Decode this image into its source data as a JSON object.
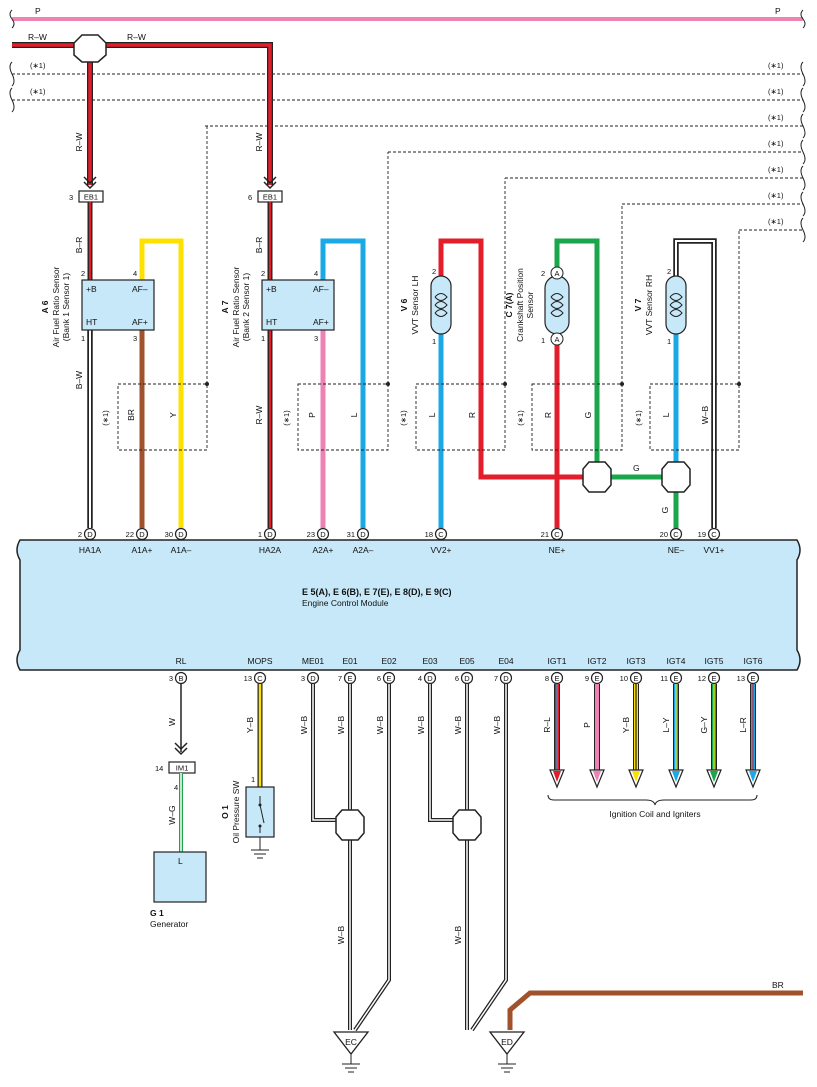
{
  "colors": {
    "pink": "#ee82b4",
    "red": "#e31e2a",
    "black": "#222222",
    "brown": "#a0522d",
    "yellow": "#ffe100",
    "blue": "#1aa8e6",
    "green": "#1aa64b",
    "ecm_fill": "#c7e8f8"
  },
  "bus": {
    "p_left": "P",
    "p_right": "P",
    "rw_left": "R–W",
    "rw_mid": "R–W",
    "note": "(∗1)"
  },
  "ecm": {
    "title": "E 5(A), E 6(B), E 7(E), E 8(D), E 9(C)",
    "subtitle": "Engine Control Module"
  },
  "top_pins": [
    {
      "num": "2",
      "letter": "D",
      "name": "HA1A"
    },
    {
      "num": "22",
      "letter": "D",
      "name": "A1A+"
    },
    {
      "num": "30",
      "letter": "D",
      "name": "A1A–"
    },
    {
      "num": "1",
      "letter": "D",
      "name": "HA2A"
    },
    {
      "num": "23",
      "letter": "D",
      "name": "A2A+"
    },
    {
      "num": "31",
      "letter": "D",
      "name": "A2A–"
    },
    {
      "num": "18",
      "letter": "C",
      "name": "VV2+"
    },
    {
      "num": "21",
      "letter": "C",
      "name": "NE+"
    },
    {
      "num": "20",
      "letter": "C",
      "name": "NE–"
    },
    {
      "num": "19",
      "letter": "C",
      "name": "VV1+"
    }
  ],
  "bottom_pins": [
    {
      "num": "3",
      "letter": "B",
      "name": "RL"
    },
    {
      "num": "13",
      "letter": "C",
      "name": "MOPS"
    },
    {
      "num": "3",
      "letter": "D",
      "name": "ME01"
    },
    {
      "num": "7",
      "letter": "E",
      "name": "E01"
    },
    {
      "num": "6",
      "letter": "E",
      "name": "E02"
    },
    {
      "num": "4",
      "letter": "D",
      "name": "E03"
    },
    {
      "num": "6",
      "letter": "D",
      "name": "E05"
    },
    {
      "num": "7",
      "letter": "D",
      "name": "E04"
    },
    {
      "num": "8",
      "letter": "E",
      "name": "IGT1"
    },
    {
      "num": "9",
      "letter": "E",
      "name": "IGT2"
    },
    {
      "num": "10",
      "letter": "E",
      "name": "IGT3"
    },
    {
      "num": "11",
      "letter": "E",
      "name": "IGT4"
    },
    {
      "num": "12",
      "letter": "E",
      "name": "IGT5"
    },
    {
      "num": "13",
      "letter": "E",
      "name": "IGT6"
    }
  ],
  "sensor_a6": {
    "id": "A 6",
    "name": "Air Fuel Ratio Sensor",
    "sub": "(Bank 1 Sensor 1)",
    "pins": [
      "+B",
      "AF–",
      "HT",
      "AF+"
    ],
    "pin_nums": [
      "2",
      "4",
      "1",
      "3"
    ],
    "conn_num": "3",
    "conn": "EB1"
  },
  "sensor_a7": {
    "id": "A 7",
    "name": "Air Fuel Ratio Sensor",
    "sub": "(Bank 2 Sensor 1)",
    "pins": [
      "+B",
      "AF–",
      "HT",
      "AF+"
    ],
    "pin_nums": [
      "2",
      "4",
      "1",
      "3"
    ],
    "conn_num": "6",
    "conn": "EB1"
  },
  "sensor_v6": {
    "id": "V 6",
    "name": "VVT Sensor LH",
    "pin_top": "2",
    "pin_bot": "1"
  },
  "sensor_c7": {
    "id": "C 7(A)",
    "name": "Crankshaft Position",
    "name2": "Sensor",
    "pin_top": "2",
    "pin_bot": "1",
    "letter": "A"
  },
  "sensor_v7": {
    "id": "V 7",
    "name": "VVT Sensor RH",
    "pin_top": "2",
    "pin_bot": "1"
  },
  "wire_labels": {
    "rw": "R–W",
    "br": "B–R",
    "bw": "B–W",
    "brn": "BR",
    "y": "Y",
    "p": "P",
    "l": "L",
    "r": "R",
    "g": "G",
    "w": "W",
    "wg": "W–G",
    "yb": "Y–B",
    "wb": "W–B",
    "star": "(∗1)"
  },
  "ign_wires": [
    "R–L",
    "P",
    "Y–B",
    "L–Y",
    "G–Y",
    "L–R"
  ],
  "ign_label": "Ignition Coil and Igniters",
  "im1": {
    "num": "14",
    "name": "IM1",
    "pin": "4"
  },
  "generator": {
    "id": "G 1",
    "name": "Generator",
    "pin": "L"
  },
  "oil": {
    "id": "O 1",
    "name": "Oil Pressure SW",
    "pin": "1"
  },
  "grounds": [
    "EC",
    "ED"
  ]
}
